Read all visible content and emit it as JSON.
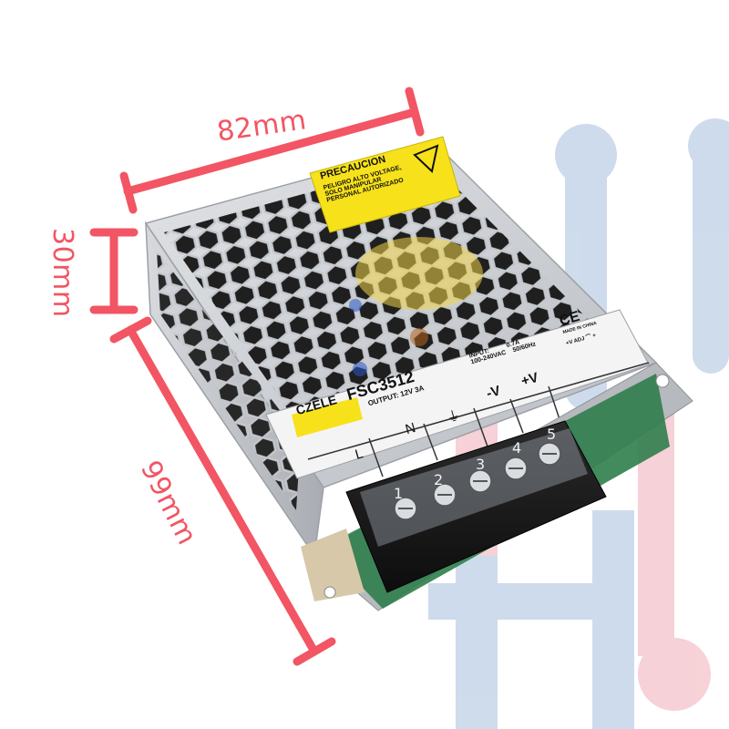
{
  "dimensions": {
    "width": "82mm",
    "height": "30mm",
    "depth": "99mm"
  },
  "warning_label": {
    "title": "PRECAUCION",
    "line1": "PELIGRO ALTO VOLTAGE,",
    "line2": "SOLO MANIPULAR",
    "line3": "PERSONAL AUTORIZADO"
  },
  "product_label": {
    "brand": "CZELE",
    "model": "FSC3512",
    "output_prefix": "OUTPUT:",
    "output_voltage": "12V",
    "output_current": "3A",
    "input_prefix": "INPUT:",
    "input_voltage": "100-240VAC",
    "input_current": "0.7A",
    "input_freq": "50/60Hz",
    "made_in": "MADE IN CHINA",
    "ce_mark": "CE",
    "adj_plus": "+V",
    "adj_label": "ADJ",
    "adj_right": "+"
  },
  "terminals": {
    "labels": [
      "L",
      "N",
      "⏚",
      "-V",
      "+V"
    ],
    "numbers": [
      "1",
      "2",
      "3",
      "4",
      "5"
    ]
  },
  "colors": {
    "accent_red": "#f25563",
    "label_yellow": "#f7e11a",
    "case_metal": "#c8cbd0",
    "pcb_green": "#2f7d4b",
    "watermark_blue": "#c9d8ea",
    "watermark_pink": "#f6cdd3"
  }
}
